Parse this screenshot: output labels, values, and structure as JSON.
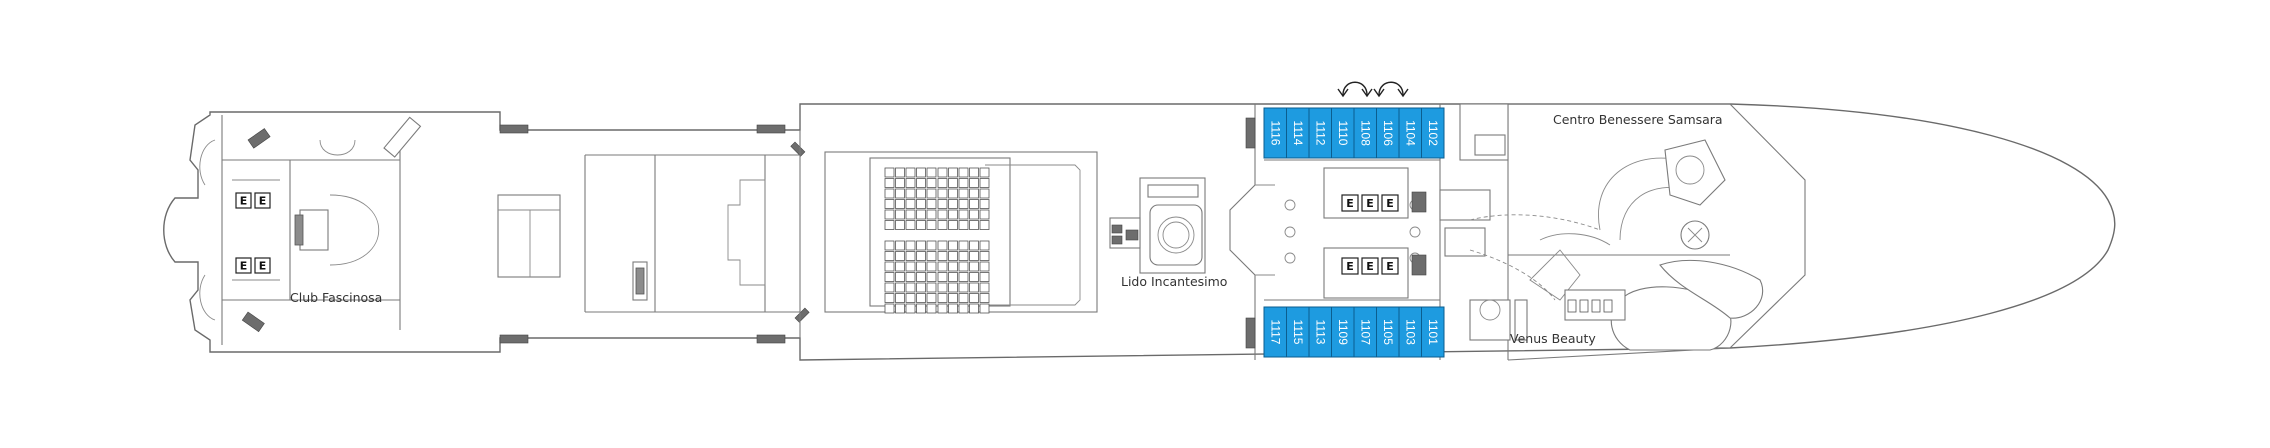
{
  "areas": {
    "club": "Club Fascinosa",
    "lido": "Lido Incantesimo",
    "spa": "Centro Benessere Samsara",
    "beauty": "Venus Beauty"
  },
  "elevator_label": "E",
  "cabins_top": [
    "1116",
    "1114",
    "1112",
    "1110",
    "1108",
    "1106",
    "1104",
    "1102"
  ],
  "cabins_bottom": [
    "1117",
    "1115",
    "1113",
    "1109",
    "1107",
    "1105",
    "1103",
    "1101"
  ],
  "colors": {
    "cabin": "#1e9be0",
    "hull": "#6a6a6a"
  },
  "icons": {
    "swap_arrow": "curved-double-arrow-icon",
    "elevator": "elevator-icon"
  }
}
